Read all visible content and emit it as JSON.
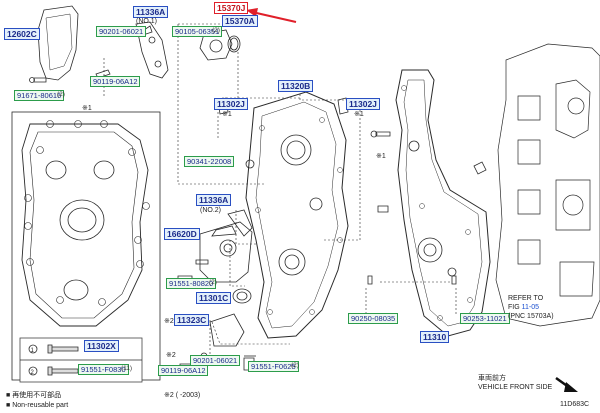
{
  "highlight_part": "15370J",
  "part_callouts": [
    {
      "id": "c12602C",
      "number": "12602C",
      "qty": ""
    },
    {
      "id": "c11336A_top",
      "number": "11336A",
      "qty": ""
    },
    {
      "id": "c15370A",
      "number": "15370A",
      "qty": ""
    },
    {
      "id": "c11320B",
      "number": "11320B",
      "qty": ""
    },
    {
      "id": "c11302J_a",
      "number": "11302J",
      "qty": ""
    },
    {
      "id": "c11302J_b",
      "number": "11302J",
      "qty": ""
    },
    {
      "id": "c11336A_mid",
      "number": "11336A",
      "qty": ""
    },
    {
      "id": "c16620D",
      "number": "16620D",
      "qty": ""
    },
    {
      "id": "c11301C",
      "number": "11301C",
      "qty": ""
    },
    {
      "id": "c11323C",
      "number": "11323C",
      "qty": ""
    },
    {
      "id": "c11310",
      "number": "11310",
      "qty": ""
    },
    {
      "id": "c11302X",
      "number": "11302X",
      "qty": ""
    }
  ],
  "bolt_callouts": [
    {
      "id": "b90201_06021_top",
      "number": "90201-06021",
      "qty": ""
    },
    {
      "id": "b90105_06351",
      "number": "90105-06351",
      "qty": "(2)"
    },
    {
      "id": "b90119_06A12_top",
      "number": "90119-06A12",
      "qty": ""
    },
    {
      "id": "b91671_80616",
      "number": "91671-80616",
      "qty": "(2)"
    },
    {
      "id": "b90341_22008",
      "number": "90341-22008",
      "qty": ""
    },
    {
      "id": "b91551_80820",
      "number": "91551-80820",
      "qty": "(2)"
    },
    {
      "id": "b90201_06021_bot",
      "number": "90201-06021",
      "qty": ""
    },
    {
      "id": "b90119_06A12_bot",
      "number": "90119-06A12",
      "qty": ""
    },
    {
      "id": "b91551_F0625",
      "number": "91551-F0625",
      "qty": "(2)"
    },
    {
      "id": "b90250_08035",
      "number": "90250-08035",
      "qty": ""
    },
    {
      "id": "b90253_11021",
      "number": "90253-11021",
      "qty": ""
    },
    {
      "id": "b91551_F0830",
      "number": "91551-F0830",
      "qty": "(11)"
    }
  ],
  "sub_labels": {
    "no1": "(NO.1)",
    "no2": "(NO.2)",
    "star1_a": "※1",
    "star1_b": "※1",
    "star1_c": "※1",
    "star1_d": "※1",
    "star2_a": "※2",
    "star2_b": "※2"
  },
  "side_text": {
    "refer_to": "REFER TO",
    "fig_prefix": "FIG ",
    "fig_number": "11-05",
    "pnc": "(PNC 15703A)",
    "vehicle_front_jp": "車両前方",
    "vehicle_front_en": "VEHICLE FRONT SIDE",
    "diagram_code": "11D683C"
  },
  "legend": {
    "row1_jp": "再使用不可部品",
    "row2_en": "Non-reusable part",
    "footnote": "※2 (   -2003)"
  },
  "colors": {
    "callout_border": "#2a4fc2",
    "callout_fill": "#e3f0fb",
    "highlight": "#e0202a",
    "line": "#222222"
  }
}
